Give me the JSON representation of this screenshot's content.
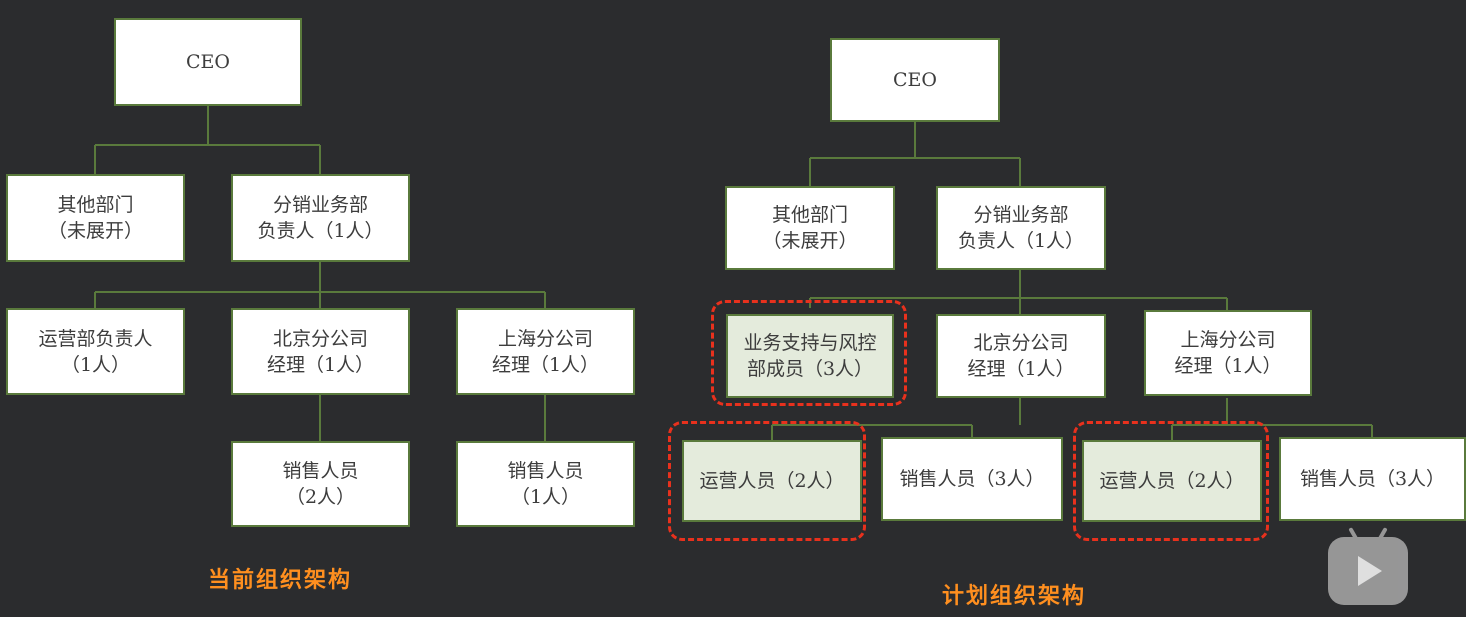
{
  "current": {
    "caption": "当前组织架构",
    "ceo": "CEO",
    "other_dept": [
      "其他部门",
      "（未展开）"
    ],
    "dist_head": [
      "分销业务部",
      "负责人（1人）"
    ],
    "ops_head": [
      "运营部负责人",
      "（1人）"
    ],
    "bj_mgr": [
      "北京分公司",
      "经理（1人）"
    ],
    "sh_mgr": [
      "上海分公司",
      "经理（1人）"
    ],
    "bj_sales": [
      "销售人员",
      "（2人）"
    ],
    "sh_sales": [
      "销售人员",
      "（1人）"
    ]
  },
  "planned": {
    "caption": "计划组织架构",
    "ceo": "CEO",
    "other_dept": [
      "其他部门",
      "（未展开）"
    ],
    "dist_head": [
      "分销业务部",
      "负责人（1人）"
    ],
    "risk_support": [
      "业务支持与风控",
      "部成员（3人）"
    ],
    "bj_mgr": [
      "北京分公司",
      "经理（1人）"
    ],
    "sh_mgr": [
      "上海分公司",
      "经理（1人）"
    ],
    "bj_ops": "运营人员（2人）",
    "bj_sales": "销售人员（3人）",
    "sh_ops": "运营人员（2人）",
    "sh_sales": "销售人员（3人）"
  },
  "colors": {
    "background": "#2b2c2e",
    "connector": "#5a7a3c",
    "highlight_fill": "#e4ebdc",
    "highlight_dash": "#e8311d",
    "caption": "#ff8f1f"
  },
  "watermark_icon": "play-logo-icon"
}
